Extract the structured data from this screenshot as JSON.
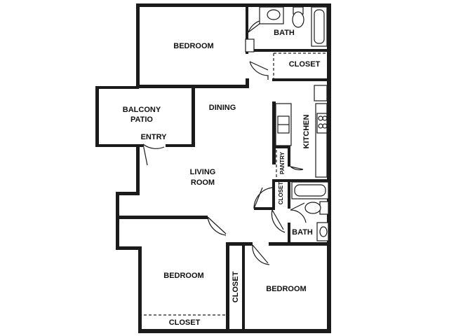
{
  "rooms": {
    "bedroom_top": "BEDROOM",
    "bath_top": "BATH",
    "closet_top": "CLOSET",
    "balcony_line1": "BALCONY",
    "balcony_line2": "PATIO",
    "entry": "ENTRY",
    "dining": "DINING",
    "kitchen": "KITCHEN",
    "pantry": "PANTRY",
    "living_line1": "LIVING",
    "living_line2": "ROOM",
    "closet_hall": "CLOSET",
    "bath_middle": "BATH",
    "bedroom_bottom_left": "BEDROOM",
    "closet_bottom_left": "CLOSET",
    "closet_vertical": "CLOSET",
    "bedroom_bottom_right": "BEDROOM"
  }
}
